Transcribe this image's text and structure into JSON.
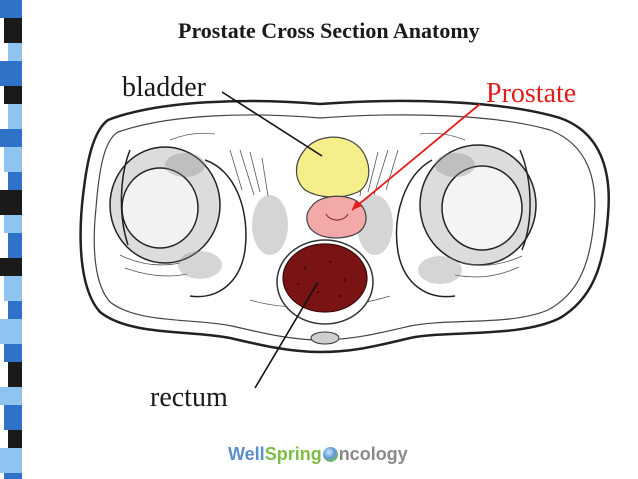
{
  "title": "Prostate Cross Section Anatomy",
  "labels": {
    "bladder": "bladder",
    "prostate": "Prostate",
    "rectum": "rectum"
  },
  "logo": {
    "part1": "Well",
    "part2": "Spring",
    "part3": "ncology"
  },
  "colors": {
    "prostate_label": "#e41b1b",
    "bladder_fill": "#f4ef8a",
    "prostate_fill": "#f4a9a9",
    "rectum_fill": "#7a1414",
    "strip_dark": "#1a1a1a",
    "strip_blue": "#2f72c8",
    "strip_light": "#8fc3f0"
  }
}
